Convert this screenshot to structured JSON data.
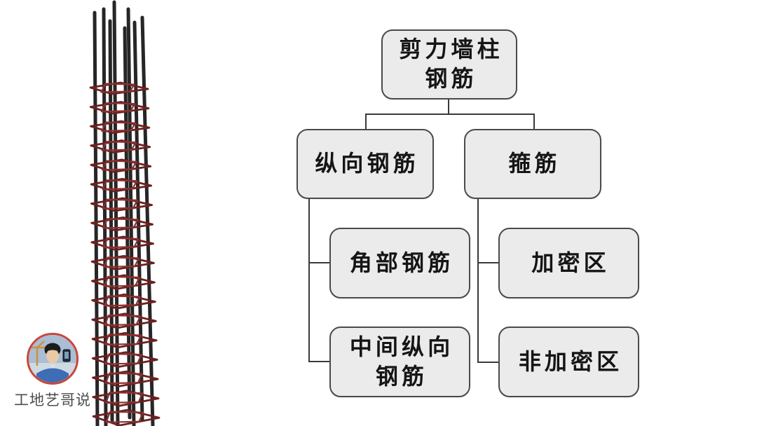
{
  "colors": {
    "node_fill": "#ebebeb",
    "node_border": "#4a4a4a",
    "connector": "#3a3a3a",
    "rebar_bar": "#262626",
    "stirrup_outer": "#6b2020",
    "stirrup_inner": "#8d2f2f",
    "avatar_ring": "#c8473a",
    "caption_text": "#4d4d4d"
  },
  "watermark": {
    "caption": "工地艺哥说"
  },
  "diagram": {
    "nodes": {
      "root": {
        "line1": "剪力墙柱",
        "line2": "钢筋"
      },
      "longitudinal": {
        "label": "纵向钢筋"
      },
      "stirrups": {
        "label": "箍筋"
      },
      "corner": {
        "label": "角部钢筋"
      },
      "middle": {
        "line1": "中间纵向",
        "line2": "钢筋"
      },
      "dense": {
        "label": "加密区"
      },
      "nondense": {
        "label": "非加密区"
      }
    }
  }
}
